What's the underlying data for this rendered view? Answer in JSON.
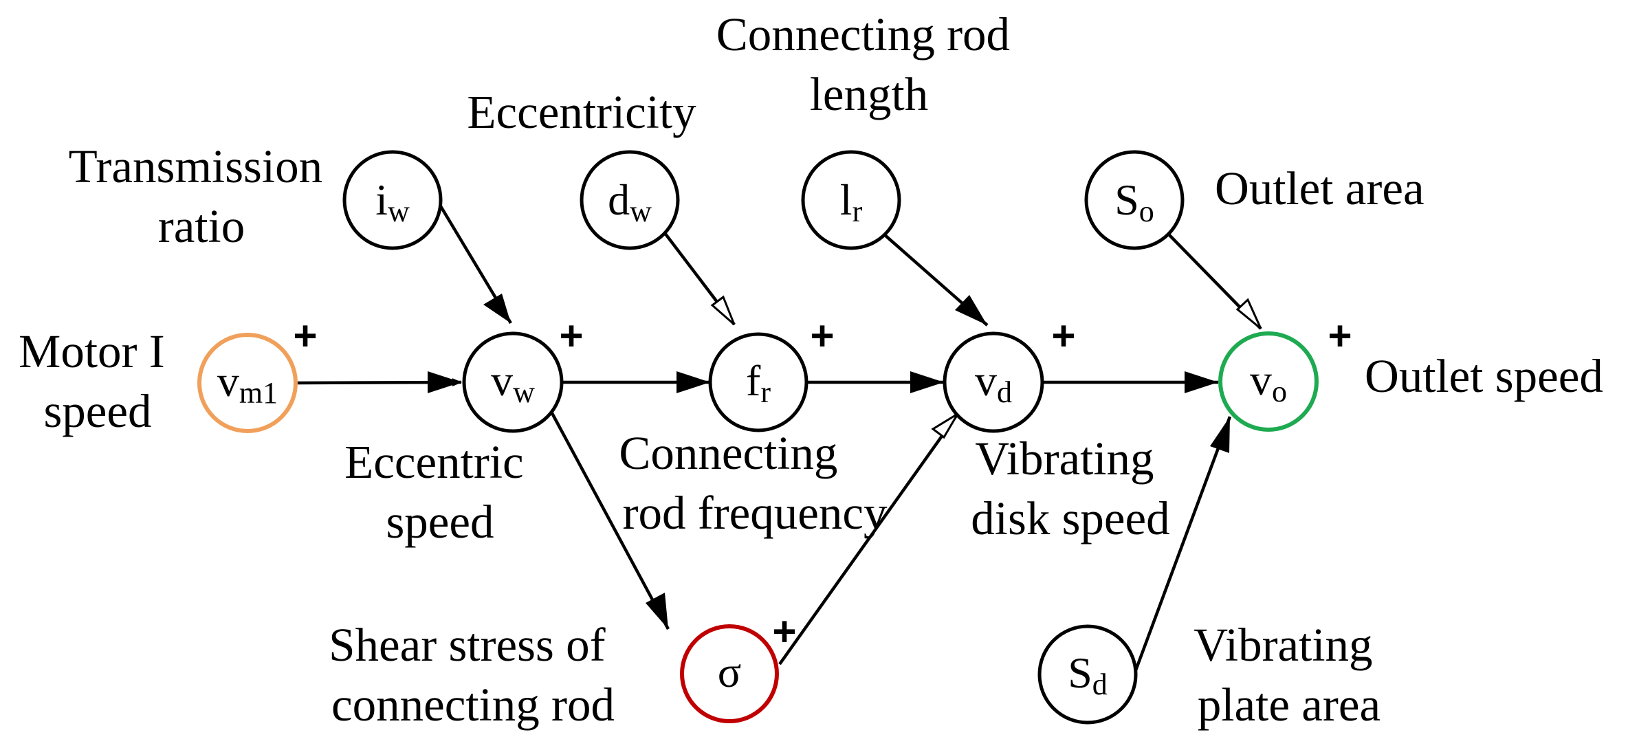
{
  "nodes": {
    "iw": {
      "main": "i",
      "sub": "w",
      "border": "#000000"
    },
    "dw": {
      "main": "d",
      "sub": "w",
      "border": "#000000"
    },
    "lr": {
      "main": "l",
      "sub": "r",
      "border": "#000000"
    },
    "so": {
      "main": "S",
      "sub": "o",
      "border": "#000000"
    },
    "vm1": {
      "main": "v",
      "sub": "m1",
      "border": "#F0A05A"
    },
    "vw": {
      "main": "v",
      "sub": "w",
      "border": "#000000"
    },
    "fr": {
      "main": "f",
      "sub": "r",
      "border": "#000000"
    },
    "vd": {
      "main": "v",
      "sub": "d",
      "border": "#000000"
    },
    "vo": {
      "main": "v",
      "sub": "o",
      "border": "#1EAA50"
    },
    "sigma": {
      "main": "σ",
      "sub": "",
      "border": "#C00000"
    },
    "sd": {
      "main": "S",
      "sub": "d",
      "border": "#000000"
    }
  },
  "labels": {
    "transmission_ratio": [
      "Transmission",
      "ratio"
    ],
    "eccentricity": [
      "Eccentricity"
    ],
    "connecting_rod_length": [
      "Connecting rod",
      "length"
    ],
    "outlet_area": [
      "Outlet area"
    ],
    "motor_speed": [
      "Motor I",
      "speed"
    ],
    "outlet_speed": [
      "Outlet speed"
    ],
    "eccentric_speed": [
      "Eccentric",
      "speed"
    ],
    "connecting_rod_frequency": [
      "Connecting",
      "rod frequency"
    ],
    "vibrating_disk_speed": [
      "Vibrating",
      "disk speed"
    ],
    "shear_stress": [
      "Shear stress of",
      "connecting rod"
    ],
    "vibrating_plate_area": [
      "Vibrating",
      "plate area"
    ]
  },
  "sign_symbol": "+"
}
